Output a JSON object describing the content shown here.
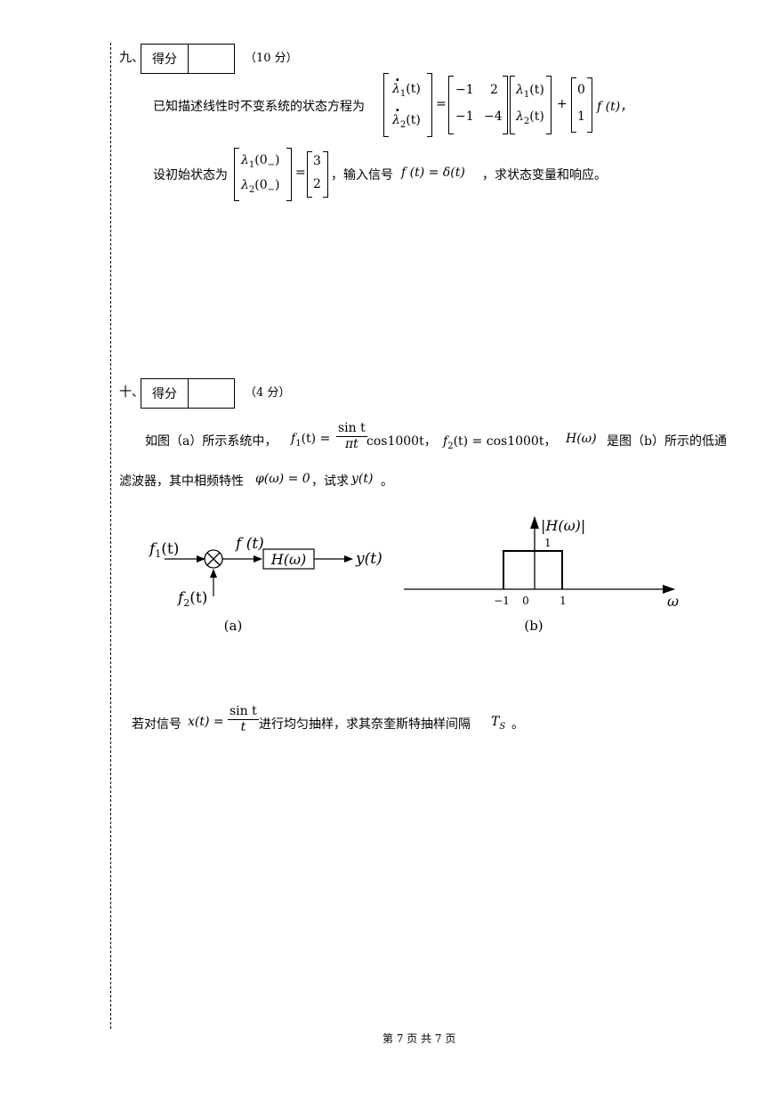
{
  "q9": {
    "number": "九、",
    "score_label": "得分",
    "points": "（10 分）",
    "text1": "已知描述线性时不变系统的状态方程为",
    "lhs": [
      "λ",
      "1",
      "(t)",
      "λ",
      "2",
      "(t)"
    ],
    "A": [
      "−1",
      "2",
      "−1",
      "−4"
    ],
    "state": [
      "λ",
      "1",
      "(t)",
      "λ",
      "2",
      "(t)"
    ],
    "B": [
      "0",
      "1"
    ],
    "plus": "+",
    "eq": "=",
    "ft": "f (t)，",
    "text2": "设初始状态为",
    "init_lhs": [
      "λ",
      "1",
      "(0",
      "−",
      ")",
      "λ",
      "2",
      "(0",
      "−",
      ")"
    ],
    "init_rhs": [
      "3",
      "2"
    ],
    "text3": "，输入信号",
    "input_sig": "f (t) = δ(t)",
    "text4": "，求状态变量和响应。"
  },
  "q10": {
    "number": "十、",
    "score_label": "得分",
    "points": "（4 分）",
    "intro": "如图（a）所示系统中，",
    "f1": "f",
    "f1_sub": "1",
    "f1_arg": "(t) =",
    "frac_num": "sin t",
    "frac_den": "πt",
    "cos1": "cos1000t，",
    "f2": "f",
    "f2_sub": "2",
    "f2_eq": "(t) = cos1000t，",
    "H": "H(ω)",
    "mid": "是图（b）所示的低通",
    "line2_a": "滤波器，其中相频特性",
    "phi": "φ(ω) = 0",
    "line2_b": "，试求",
    "yt": "y(t)",
    "line2_c": "。",
    "fig_a": {
      "f1": "f",
      "f1_sub": "1",
      "f1_arg": "(t)",
      "f2": "f",
      "f2_sub": "2",
      "f2_arg": "(t)",
      "ft": "f (t)",
      "H": "H(ω)",
      "yt": "y(t)",
      "caption": "(a)"
    },
    "fig_b": {
      "ylabel": "|H(ω)|",
      "one_top": "1",
      "ticks": [
        "−1",
        "0",
        "1"
      ],
      "xlabel": "ω",
      "caption": "(b)"
    },
    "sampling": {
      "pre": "若对信号",
      "x": "x(t) =",
      "num": "sin t",
      "den": "t",
      "post": "进行均匀抽样，求其奈奎斯特抽样间隔",
      "T": "T",
      "T_sub": "S",
      "end": "。"
    }
  },
  "footer": "第 7 页 共 7 页"
}
